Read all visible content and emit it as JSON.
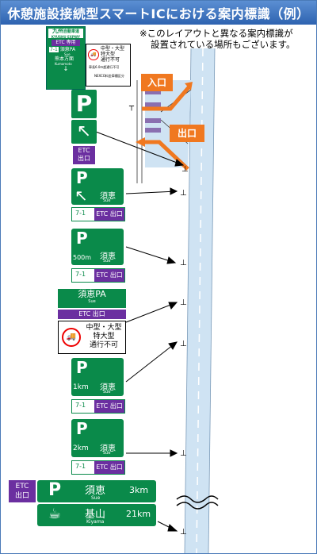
{
  "title": "休憩施設接続型スマートICにおける案内標識（例）",
  "note_line1": "※このレイアウトと異なる案内標識が",
  "note_line2": "設置されている場所もございます。",
  "top_sign": {
    "route": "九州",
    "route_small": "自動車道",
    "route_en": "KYUSHU EXPWY",
    "etc_only": "ETC 専用",
    "exit_no": "7-1",
    "pa_name": "須恵PA",
    "pa_en": "Sue",
    "dest": "熊本方面",
    "dest_en": "Kumamoto"
  },
  "restrict_sign": {
    "line1": "中型・大型",
    "line2": "特大型",
    "line3": "通行不可",
    "sub": "車長6.0m超通行不可",
    "sub2": "NEXCO料金車種区分"
  },
  "entrance_label": "入口",
  "exit_label": "出口",
  "sign1": {
    "p": "P",
    "etc": "ETC",
    "exit": "出口"
  },
  "sign2": {
    "p": "P",
    "name": "須恵",
    "en": "Sue",
    "no": "7-1",
    "etc": "ETC 出口"
  },
  "sign3": {
    "p": "P",
    "dist": "500m",
    "name": "須恵",
    "en": "Sue",
    "no": "7-1",
    "etc": "ETC 出口"
  },
  "sign4": {
    "name": "須恵PA",
    "en": "Sue",
    "etc": "ETC 出口",
    "l1": "中型・大型",
    "l2": "特大型",
    "l3": "通行不可"
  },
  "sign5": {
    "p": "P",
    "dist": "1km",
    "name": "須恵",
    "en": "Sue",
    "no": "7-1",
    "etc": "ETC 出口"
  },
  "sign6": {
    "p": "P",
    "dist": "2km",
    "name": "須恵",
    "en": "Sue",
    "no": "7-1",
    "etc": "ETC 出口"
  },
  "sign7": {
    "etc": "ETC",
    "exit": "出口",
    "p": "P",
    "name": "須恵",
    "en": "Sue",
    "dist": "3km"
  },
  "sign8": {
    "name": "基山",
    "en": "Kiyama",
    "dist": "21km"
  },
  "colors": {
    "green": "#0a8a4a",
    "purple": "#6b2fa0",
    "orange": "#f07820",
    "road": "#cfe3f3",
    "title": "#2e63b0"
  }
}
